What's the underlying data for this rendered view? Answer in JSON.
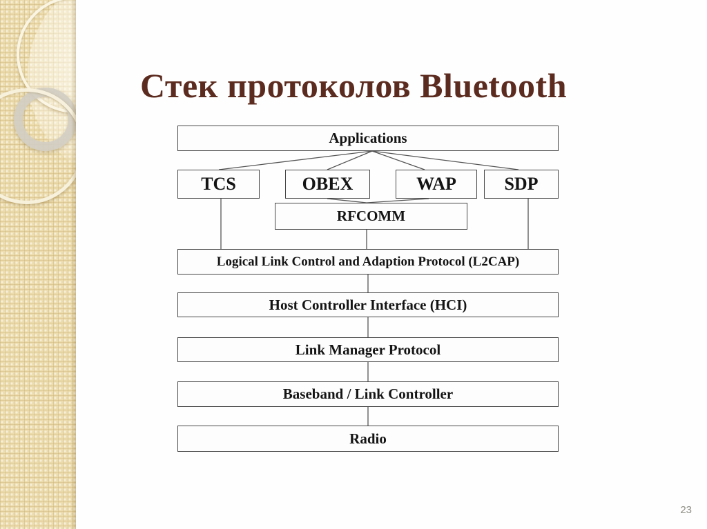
{
  "title": "Стек протоколов Bluetooth",
  "page_number": "23",
  "diagram": {
    "nodes": [
      {
        "id": "applications",
        "label": "Applications"
      },
      {
        "id": "tcs",
        "label": "TCS"
      },
      {
        "id": "obex",
        "label": "OBEX"
      },
      {
        "id": "wap",
        "label": "WAP"
      },
      {
        "id": "sdp",
        "label": "SDP"
      },
      {
        "id": "rfcomm",
        "label": "RFCOMM"
      },
      {
        "id": "l2cap",
        "label": "Logical Link Control and Adaption Protocol (L2CAP)"
      },
      {
        "id": "hci",
        "label": "Host Controller Interface (HCI)"
      },
      {
        "id": "lmp",
        "label": "Link Manager Protocol"
      },
      {
        "id": "baseband",
        "label": "Baseband / Link Controller"
      },
      {
        "id": "radio",
        "label": "Radio"
      }
    ],
    "edges": [
      {
        "from": "applications",
        "to": "tcs"
      },
      {
        "from": "applications",
        "to": "obex"
      },
      {
        "from": "applications",
        "to": "wap"
      },
      {
        "from": "applications",
        "to": "sdp"
      },
      {
        "from": "obex",
        "to": "rfcomm"
      },
      {
        "from": "wap",
        "to": "rfcomm"
      },
      {
        "from": "tcs",
        "to": "l2cap"
      },
      {
        "from": "sdp",
        "to": "l2cap"
      },
      {
        "from": "rfcomm",
        "to": "l2cap"
      },
      {
        "from": "l2cap",
        "to": "hci"
      },
      {
        "from": "hci",
        "to": "lmp"
      },
      {
        "from": "lmp",
        "to": "baseband"
      },
      {
        "from": "baseband",
        "to": "radio"
      }
    ]
  },
  "colors": {
    "accent_title": "#5c2b1f",
    "sidebar_base": "#ecdcae",
    "node_border": "#454545",
    "connector": "#565656",
    "page_number": "#8f8e85"
  }
}
